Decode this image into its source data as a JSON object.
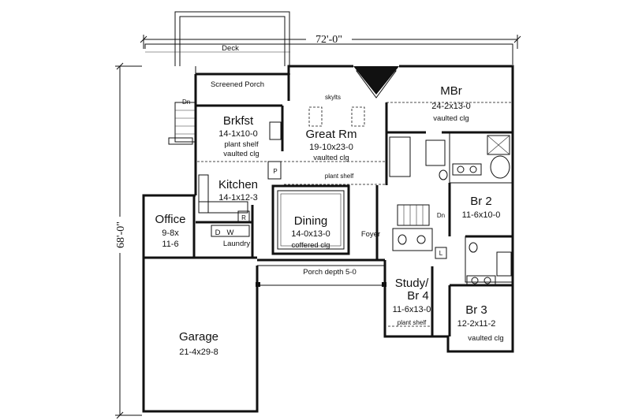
{
  "dimensions": {
    "width": "72'-0\"",
    "depth": "68'-0\""
  },
  "labels": {
    "deck": "Deck",
    "screened_porch": "Screened Porch",
    "dn_deck": "Dn",
    "dn_stair": "Dn",
    "skylts": "skylts",
    "plant_shelf_1": "plant shelf",
    "plant_shelf_2": "plant shelf",
    "plant_shelf_3": "plant shelf",
    "porch_depth": "Porch depth 5-0",
    "foyer": "Foyer",
    "laundry": "Laundry",
    "pantry": "P",
    "fridge": "R",
    "washer": "W",
    "dryer": "D",
    "linen": "L"
  },
  "rooms": {
    "mbr": {
      "name": "MBr",
      "size": "24-2x13-0",
      "note": "vaulted clg"
    },
    "great_rm": {
      "name": "Great Rm",
      "size": "19-10x23-0",
      "note": "vaulted clg"
    },
    "brkfst": {
      "name": "Brkfst",
      "size": "14-1x10-0",
      "note1": "plant shelf",
      "note2": "vaulted clg"
    },
    "kitchen": {
      "name": "Kitchen",
      "size": "14-1x12-3"
    },
    "dining": {
      "name": "Dining",
      "size": "14-0x13-0",
      "note": "coffered clg"
    },
    "office": {
      "name": "Office",
      "size1": "9-8x",
      "size2": "11-6"
    },
    "br2": {
      "name": "Br 2",
      "size": "11-6x10-0"
    },
    "study": {
      "name1": "Study/",
      "name2": "Br 4",
      "size": "11-6x13-0"
    },
    "br3": {
      "name": "Br 3",
      "size": "12-2x11-2",
      "note": "vaulted clg"
    },
    "garage": {
      "name": "Garage",
      "size": "21-4x29-8"
    }
  }
}
